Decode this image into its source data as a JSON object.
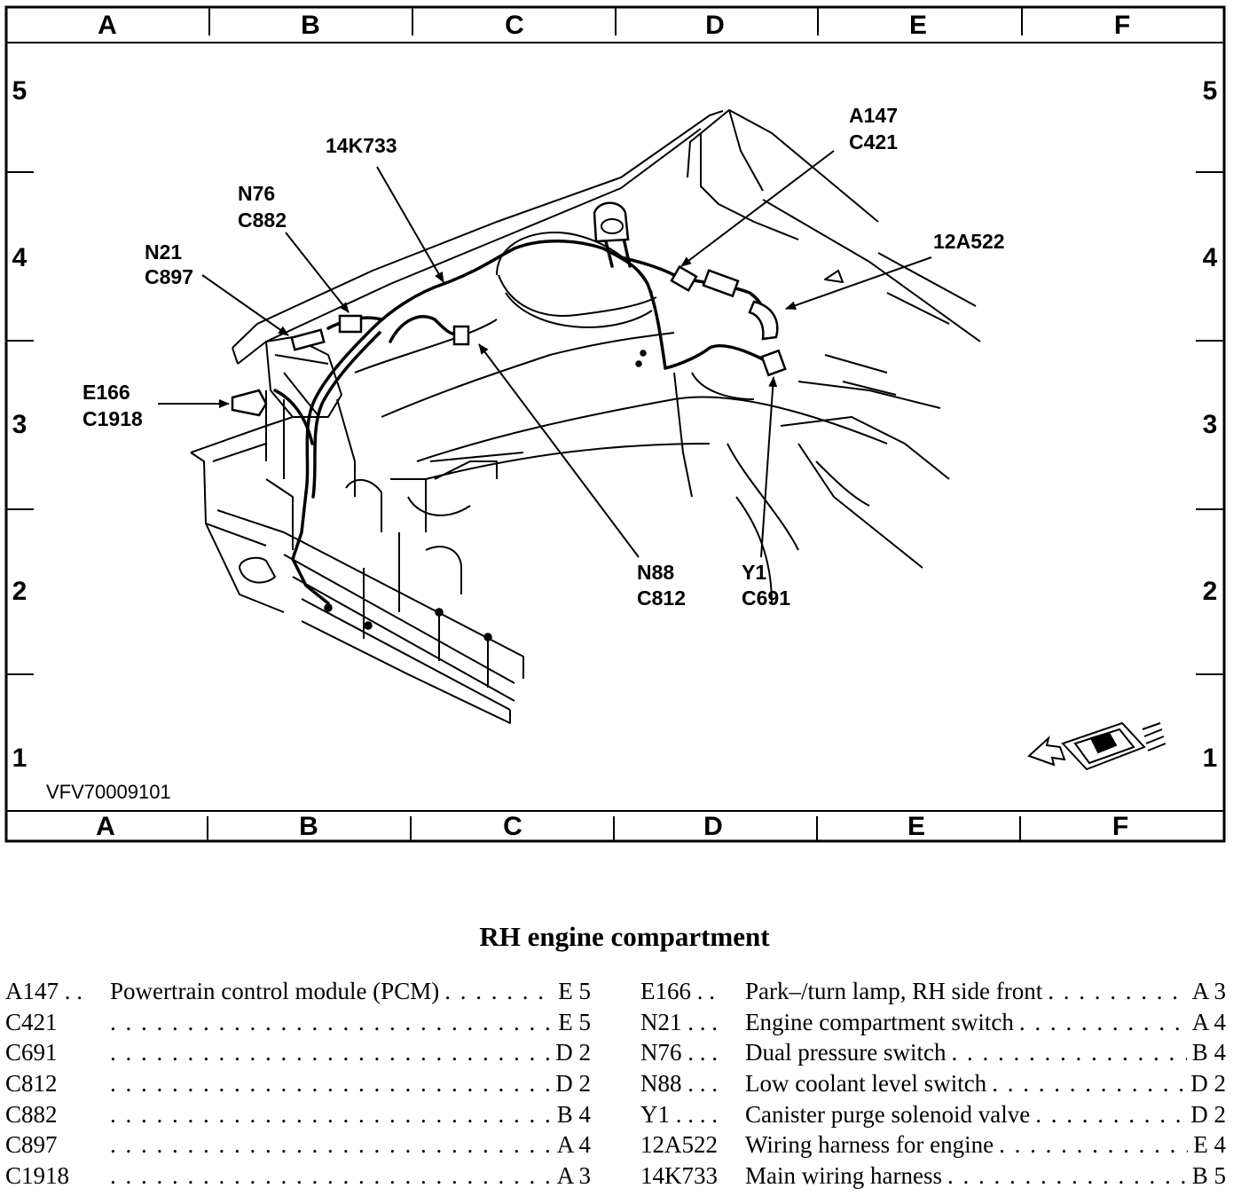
{
  "grid": {
    "columns": [
      "A",
      "B",
      "C",
      "D",
      "E",
      "F"
    ],
    "rows": [
      "5",
      "4",
      "3",
      "2",
      "1"
    ]
  },
  "figure_id": "VFV70009101",
  "callouts": {
    "c14k733": "14K733",
    "a147": "A147",
    "c421": "C421",
    "n76": "N76",
    "c882": "C882",
    "n21": "N21",
    "c897": "C897",
    "c12a522": "12A522",
    "e166": "E166",
    "c1918": "C1918",
    "n88": "N88",
    "c812": "C812",
    "y1": "Y1",
    "c691": "C691"
  },
  "caption": "RH engine compartment",
  "legend": {
    "left": [
      {
        "code": "A147 . .",
        "desc": "Powertrain control module (PCM)",
        "loc": "E 5"
      },
      {
        "code": "C421",
        "desc": "",
        "loc": "E 5"
      },
      {
        "code": "C691",
        "desc": "",
        "loc": "D 2"
      },
      {
        "code": "C812",
        "desc": "",
        "loc": "D 2"
      },
      {
        "code": "C882",
        "desc": "",
        "loc": "B 4"
      },
      {
        "code": "C897",
        "desc": "",
        "loc": "A 4"
      },
      {
        "code": "C1918",
        "desc": "",
        "loc": "A 3"
      }
    ],
    "right": [
      {
        "code": "E166 . .",
        "desc": "Park–/turn lamp, RH side front",
        "loc": "A 3"
      },
      {
        "code": "N21 . . .",
        "desc": "Engine compartment switch",
        "loc": "A 4"
      },
      {
        "code": "N76 . . .",
        "desc": "Dual pressure switch",
        "loc": "B 4"
      },
      {
        "code": "N88 . . .",
        "desc": "Low coolant level switch",
        "loc": "D 2"
      },
      {
        "code": "Y1 . . . .",
        "desc": "Canister purge solenoid valve",
        "loc": "D 2"
      },
      {
        "code": "12A522",
        "desc": "Wiring harness for engine",
        "loc": "E 4"
      },
      {
        "code": "14K733",
        "desc": "Main wiring harness",
        "loc": "B 5"
      }
    ]
  }
}
